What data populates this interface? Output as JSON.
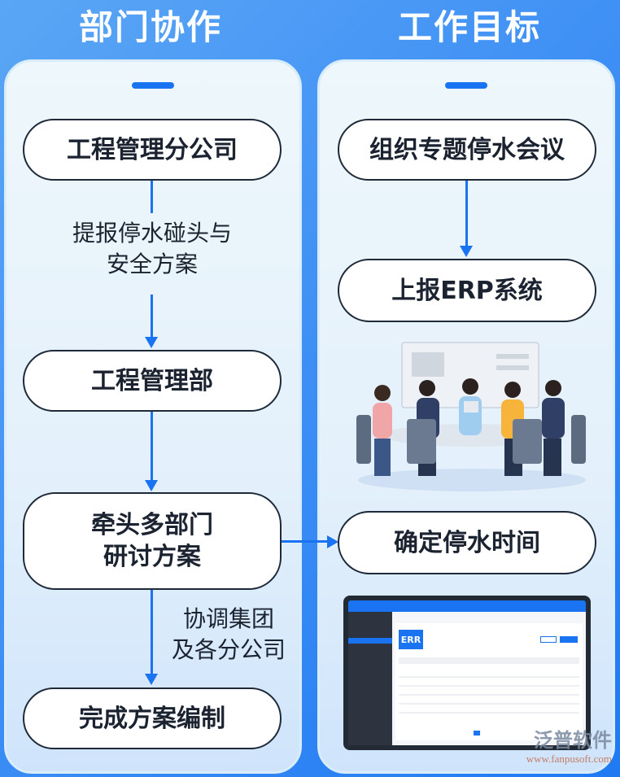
{
  "left": {
    "title": "部门协作",
    "nodes": [
      "工程管理分公司",
      "工程管理部",
      "牵头多部门\n研讨方案",
      "完成方案编制"
    ],
    "notes": [
      "提报停水碰头与\n安全方案",
      "协调集团\n及各分公司"
    ]
  },
  "right": {
    "title": "工作目标",
    "nodes": [
      "组织专题停水会议",
      "上报ERP系统",
      "确定停水时间"
    ],
    "erp_logo": "ERR"
  },
  "watermark": {
    "brand": "泛普软件",
    "url": "www.fanpusoft.com"
  },
  "colors": {
    "accent": "#1a73f0",
    "background": "#3d8ef5",
    "border": "#1e2a3a"
  }
}
